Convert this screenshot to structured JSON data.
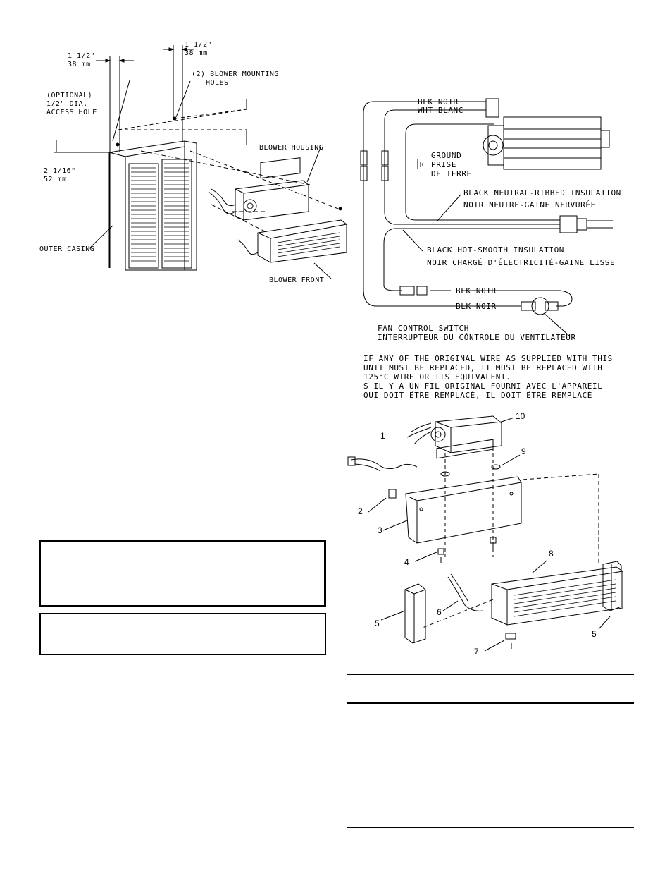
{
  "left_figure": {
    "dim_top_left": "1 1/2\"",
    "dim_top_left_mm": "38 mm",
    "dim_top_right": "1 1/2\"",
    "dim_top_right_mm": "38 mm",
    "blower_mounting_line1": "(2) BLOWER MOUNTING",
    "blower_mounting_line2": "HOLES",
    "optional_line1": "(OPTIONAL)",
    "optional_line2": "1/2\" DIA.",
    "optional_line3": "ACCESS HOLE",
    "blower_housing": "BLOWER HOUSING",
    "dim_side": "2 1/16\"",
    "dim_side_mm": "52 mm",
    "outer_casing": "OUTER CASING",
    "blower_front": "BLOWER FRONT"
  },
  "wiring": {
    "blk_noir_top": "BLK  NOIR",
    "wht_blanc": "WHT  BLANC",
    "ground_line1": "GROUND",
    "ground_line2": "PRISE",
    "ground_line3": "DE TERRE",
    "neutral_line1": "BLACK NEUTRAL-RIBBED INSULATION",
    "neutral_line2": "NOIR NEUTRE-GAINE NERVURÉE",
    "hot_line1": "BLACK HOT-SMOOTH INSULATION",
    "hot_line2": "NOIR CHARGÉ D'ÉLECTRICITÉ-GAINE LISSE",
    "blk_noir_1": "BLK  NOIR",
    "blk_noir_2": "BLK  NOIR",
    "fan_switch_line1": "FAN CONTROL SWITCH",
    "fan_switch_line2": "INTERRUPTEUR DU CÔNTROLE DU VENTILATEUR",
    "note_line1": "IF ANY OF THE ORIGINAL WIRE AS SUPPLIED WITH THIS",
    "note_line2": "UNIT MUST BE REPLACED, IT MUST BE REPLACED WITH",
    "note_line3": "125°C WIRE OR ITS EQUIVALENT.",
    "note_line4": "S'IL Y A UN FIL ORIGINAL FOURNI AVEC L'APPAREIL",
    "note_line5": "QUI DOIT ÊTRE REMPLACÉ, IL DOIT ÊTRE REMPLACÉ"
  },
  "parts": {
    "p1": "1",
    "p2": "2",
    "p3": "3",
    "p4": "4",
    "p5a": "5",
    "p5b": "5",
    "p6": "6",
    "p7": "7",
    "p8": "8",
    "p9": "9",
    "p10": "10"
  }
}
